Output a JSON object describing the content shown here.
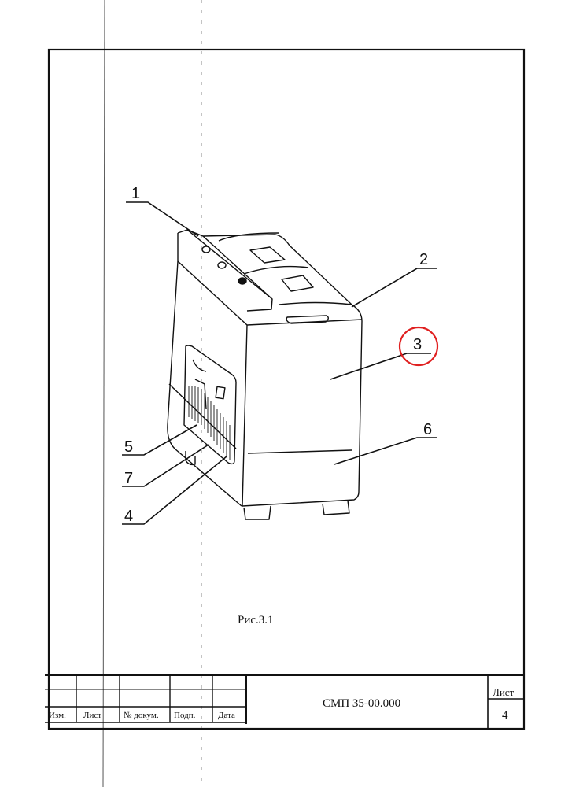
{
  "figure": {
    "caption": "Рис.3.1",
    "callouts": [
      "1",
      "2",
      "3",
      "4",
      "5",
      "6",
      "7"
    ],
    "highlight_color": "#e02020"
  },
  "title_block": {
    "columns": [
      "Изм.",
      "Лист",
      "№ докум.",
      "Подп.",
      "Дата"
    ],
    "designation": "СМП 35-00.000",
    "sheet_label": "Лист",
    "sheet_number": "4"
  }
}
